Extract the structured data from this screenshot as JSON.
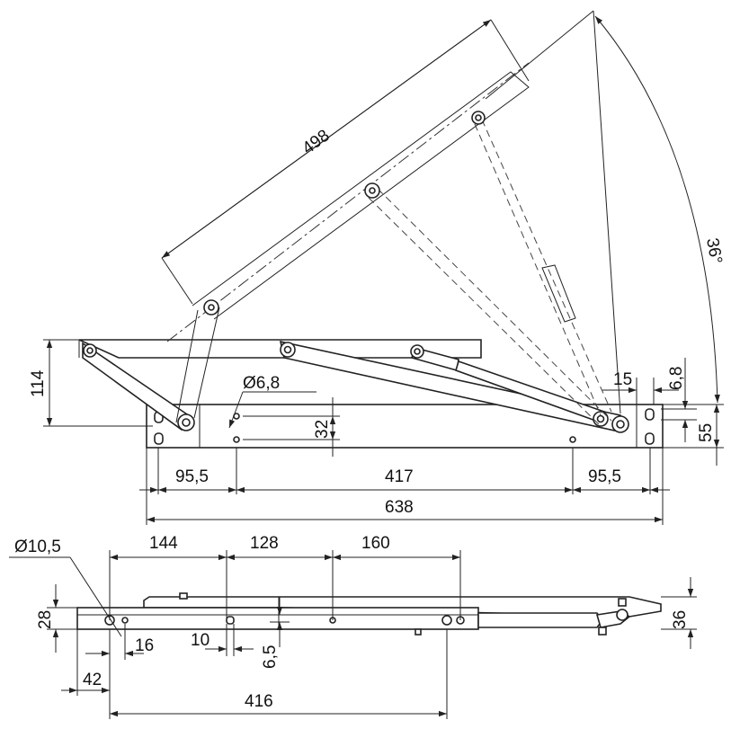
{
  "labels": {
    "d498": "498",
    "d36deg": "36°",
    "d114": "114",
    "d6_8dia": "Ø6,8",
    "d32": "32",
    "d15": "15",
    "d6_8": "6,8",
    "d55": "55",
    "d95_5_left": "95,5",
    "d417": "417",
    "d95_5_right": "95,5",
    "d638": "638",
    "d10_5dia": "Ø10,5",
    "d144": "144",
    "d128": "128",
    "d160": "160",
    "d28": "28",
    "d36": "36",
    "d16": "16",
    "d10": "10",
    "d6_5": "6,5",
    "d42": "42",
    "d416": "416"
  }
}
